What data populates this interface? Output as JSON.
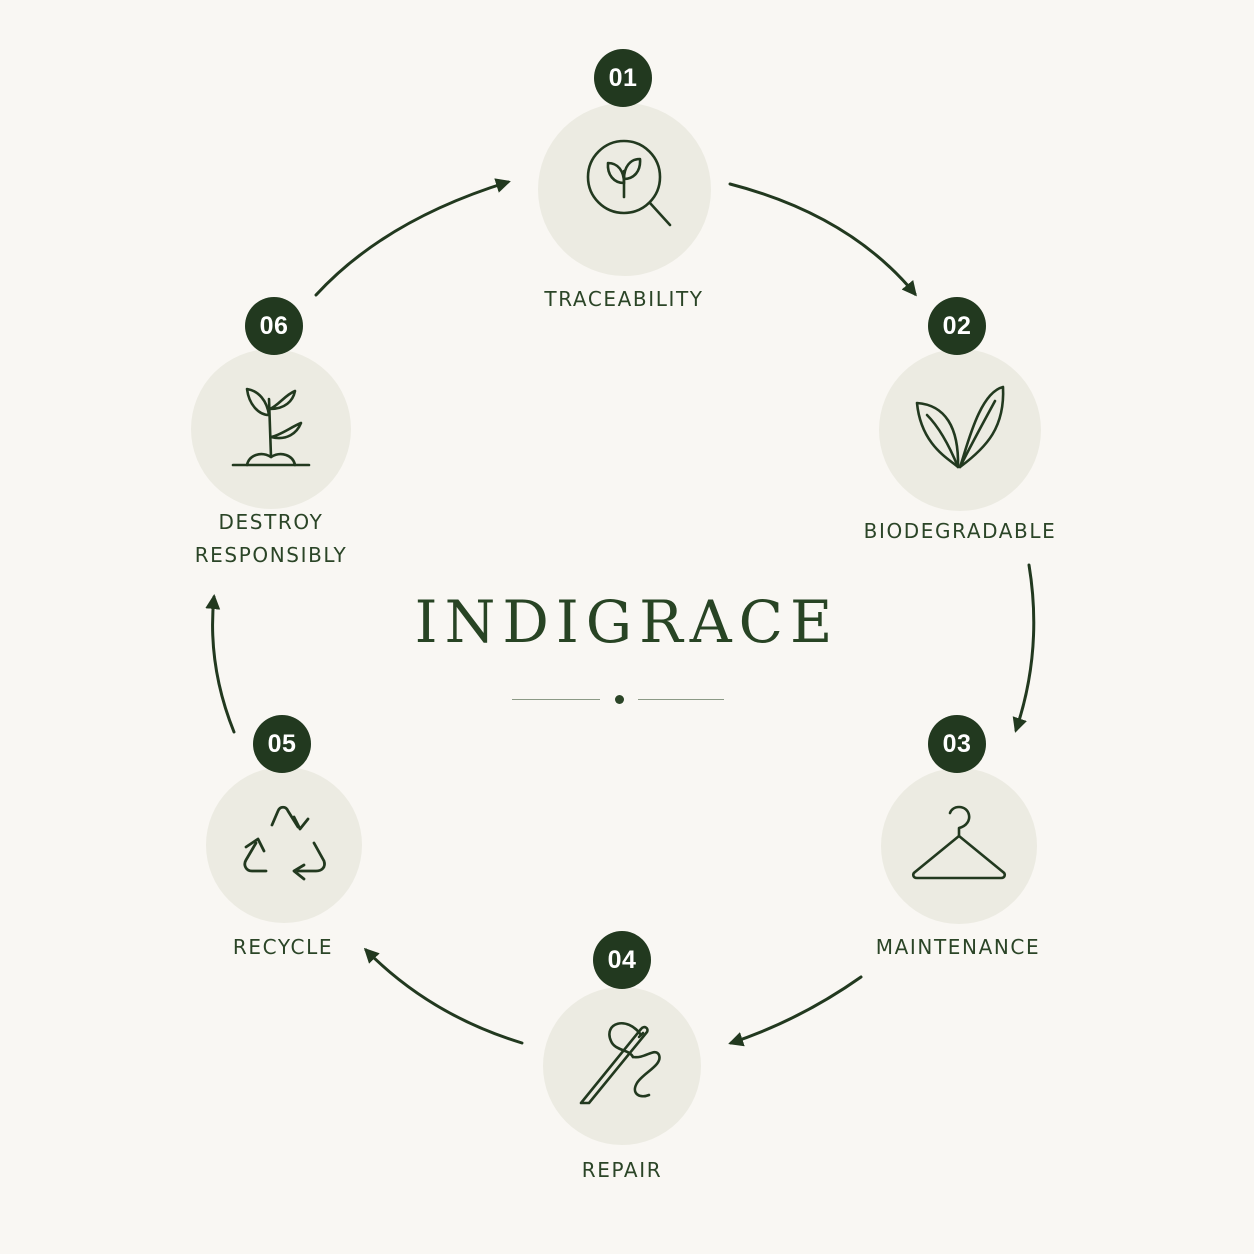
{
  "brand": {
    "name": "INDIGRACE"
  },
  "colors": {
    "background": "#f9f7f3",
    "accent": "#22391f",
    "icon_circle": "#ecebe2"
  },
  "steps": [
    {
      "number": "01",
      "label_lines": [
        "TRACEABILITY"
      ],
      "icon": "magnifier-sprout-icon"
    },
    {
      "number": "02",
      "label_lines": [
        "BIODEGRADABLE"
      ],
      "icon": "leaves-icon"
    },
    {
      "number": "03",
      "label_lines": [
        "MAINTENANCE"
      ],
      "icon": "hanger-icon"
    },
    {
      "number": "04",
      "label_lines": [
        "REPAIR"
      ],
      "icon": "needle-thread-icon"
    },
    {
      "number": "05",
      "label_lines": [
        "RECYCLE"
      ],
      "icon": "recycle-icon"
    },
    {
      "number": "06",
      "label_lines": [
        "DESTROY",
        "RESPONSIBLY"
      ],
      "icon": "plant-seedling-icon"
    }
  ]
}
